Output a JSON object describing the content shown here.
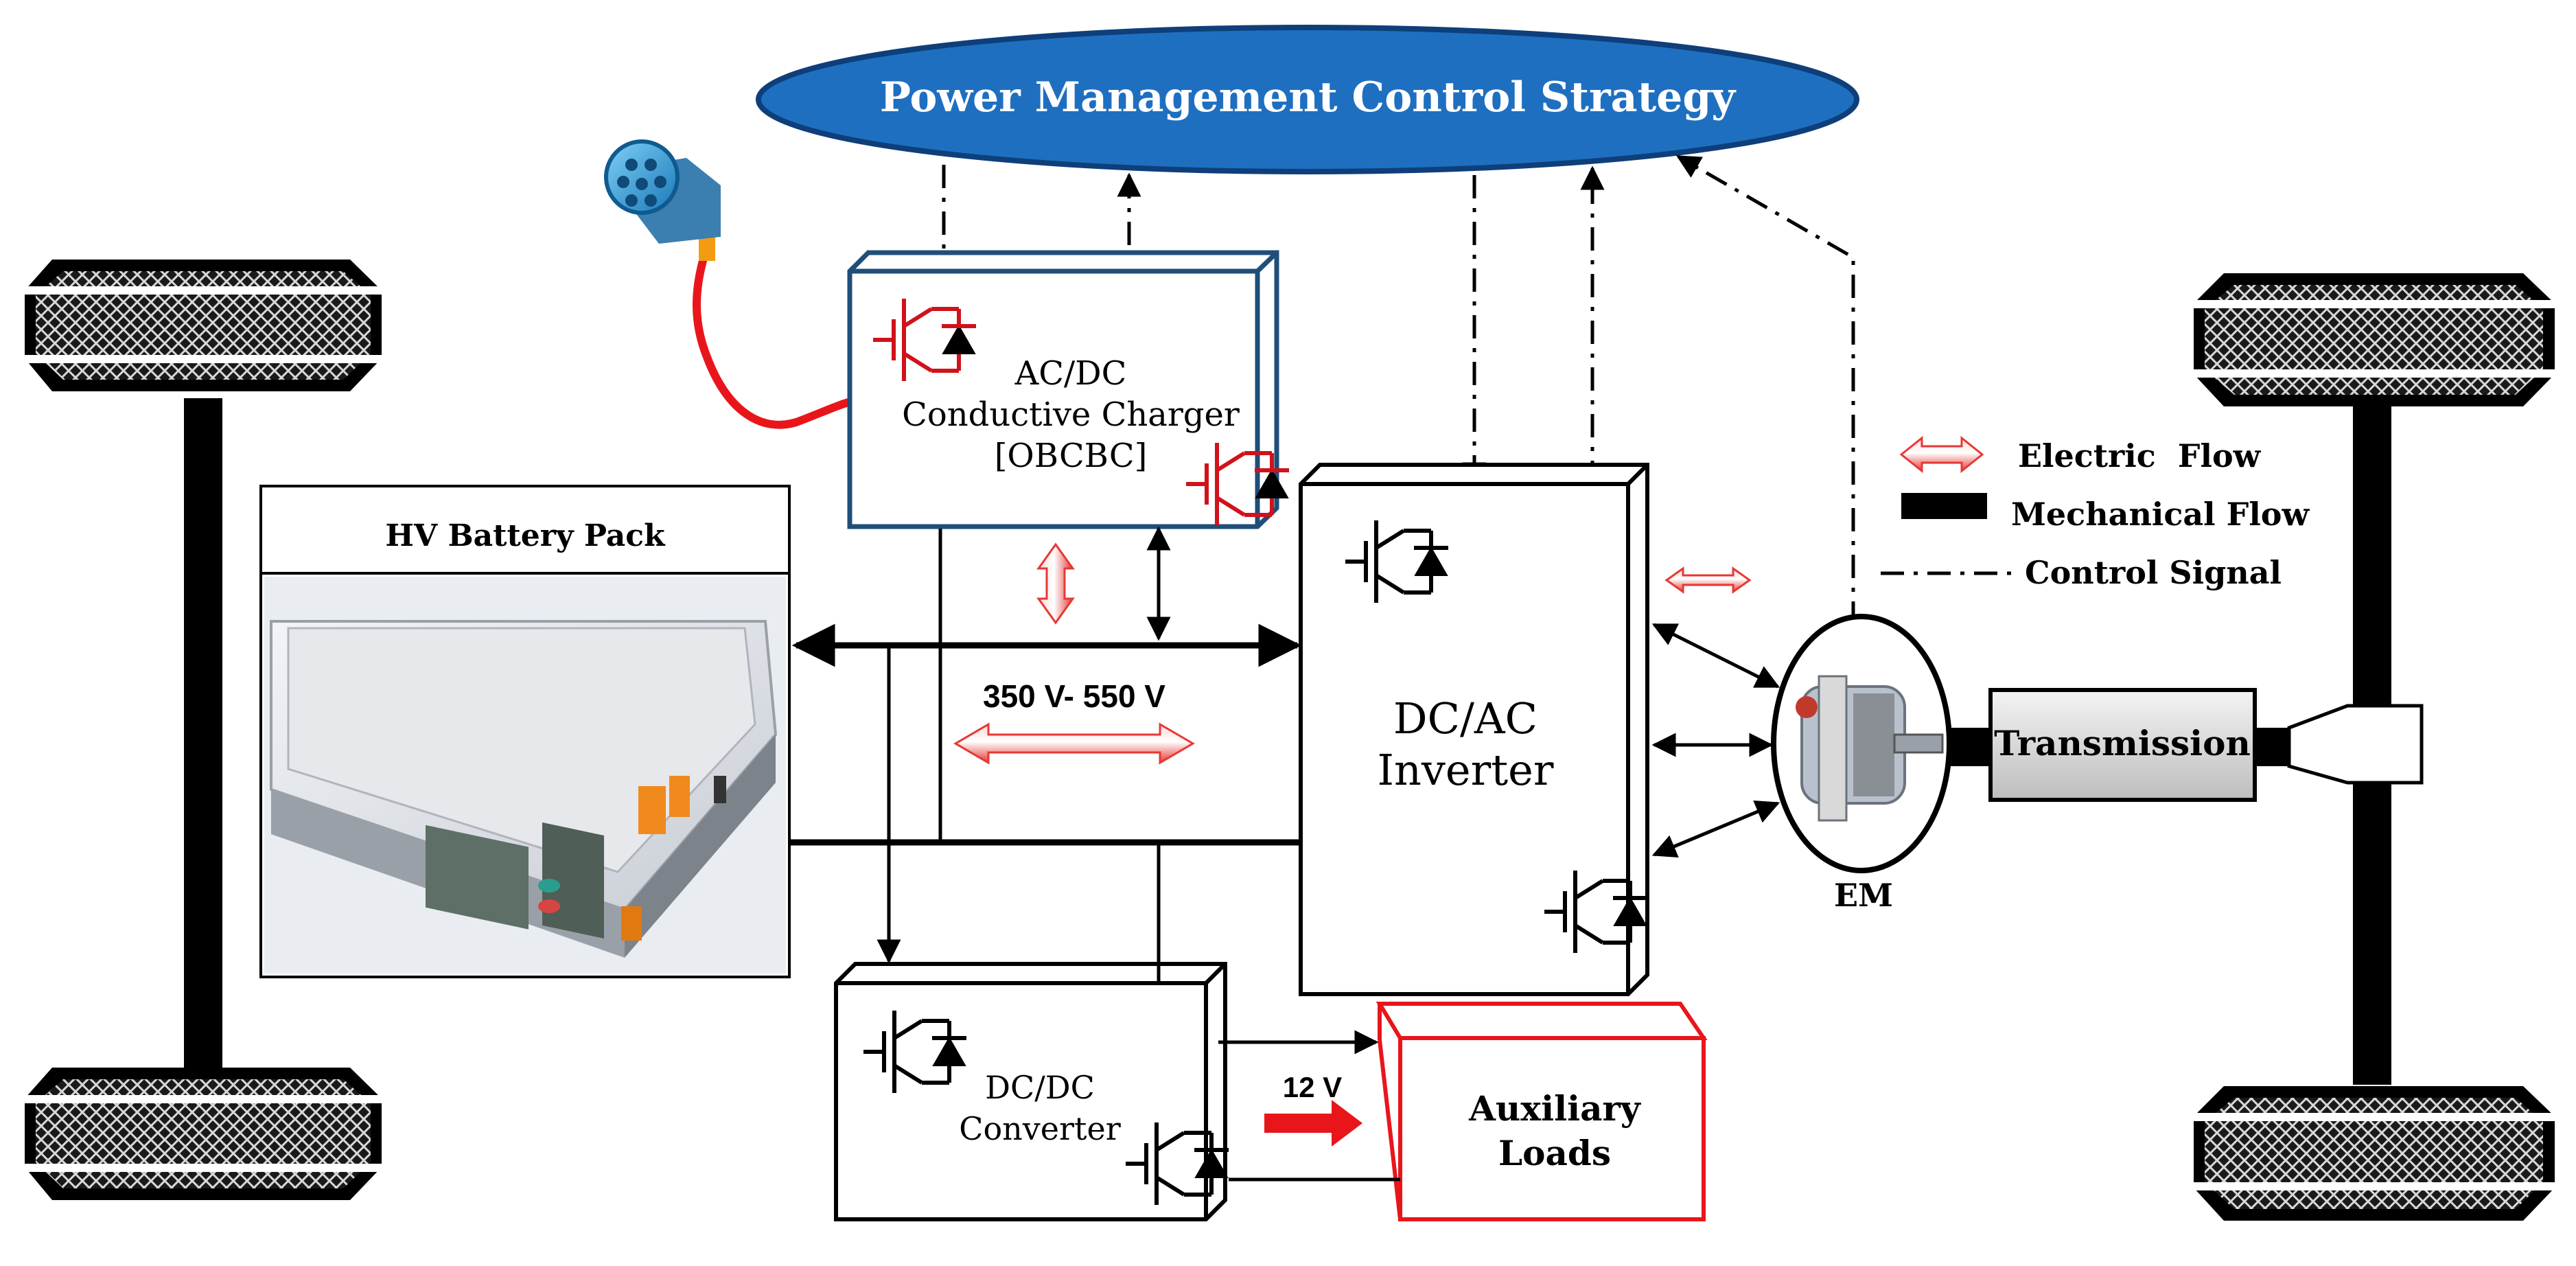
{
  "title": "Power Management Control Strategy",
  "blocks": {
    "charger": {
      "line1": "AC/DC",
      "line2": "Conductive Charger",
      "line3": "[OBCBC]"
    },
    "battery": {
      "label": "HV Battery Pack"
    },
    "inverter": {
      "line1": "DC/AC",
      "line2": "Inverter"
    },
    "dcdc": {
      "line1": "DC/DC",
      "line2": "Converter"
    },
    "aux": {
      "line1": "Auxiliary",
      "line2": "Loads"
    },
    "transmission": {
      "label": "Transmission"
    },
    "motor": {
      "label": "EM"
    }
  },
  "bus": {
    "voltage_range": "350 V- 550 V",
    "low_voltage": "12 V"
  },
  "legend": {
    "electric": "Electric  Flow",
    "mechanical": "Mechanical Flow",
    "control": "Control Signal"
  },
  "colors": {
    "ellipse_fill": "#1f6fc1",
    "ellipse_edge": "#0e3f7a",
    "charger_edge": "#1f4e79",
    "aux_edge": "#e8161b",
    "electric_arrow": "#e53935",
    "switch_red": "#d0121b"
  },
  "icons": [
    "charging-plug-icon",
    "igbt-switch-icon",
    "electric-motor-icon",
    "battery-pack-photo",
    "wheel-icon"
  ]
}
